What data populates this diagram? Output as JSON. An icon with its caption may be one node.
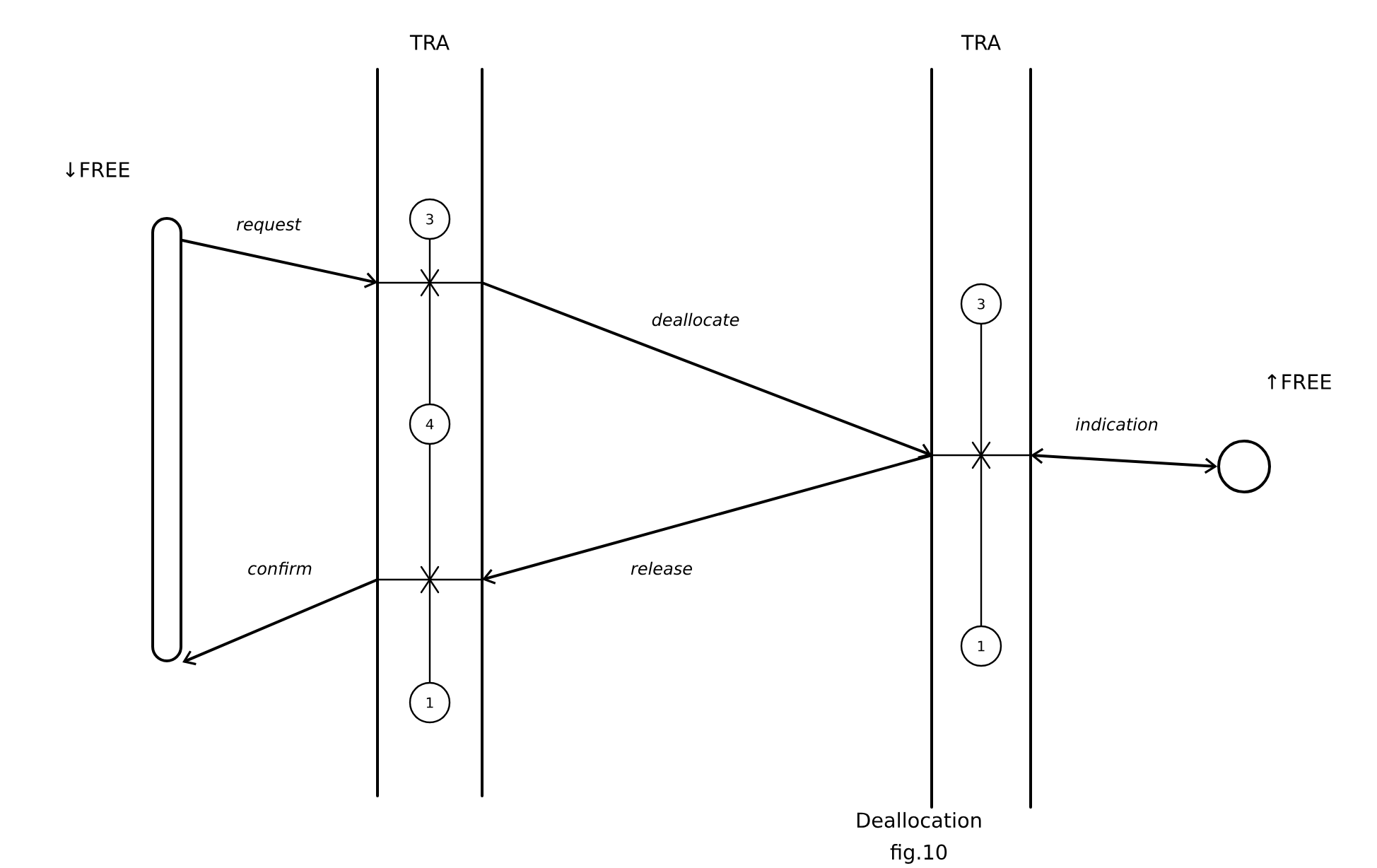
{
  "diagram": {
    "caption": "Deallocation",
    "nodes": [
      {
        "text": [
          "↓FREE"
        ]
      },
      {
        "text": [
          "TRA"
        ]
      },
      {
        "text": [
          "TRA"
        ]
      },
      {
        "text": [
          "↑FREE"
        ]
      },
      {
        "text": [
          "3"
        ],
        "in": 1
      },
      {
        "text": [
          "4"
        ],
        "in": 1
      },
      {
        "text": [
          "1"
        ],
        "in": 1
      },
      {
        "text": [
          "3"
        ],
        "in": 2
      },
      {
        "text": [
          "1"
        ],
        "in": 2
      }
    ],
    "edges": [
      {
        "from": 0,
        "to": 1,
        "arrow": "to",
        "label": "request"
      },
      {
        "from": 1,
        "to": 2,
        "arrow": "to",
        "label": "deallocate"
      },
      {
        "from": 2,
        "to": 1,
        "arrow": "to",
        "label": "release"
      },
      {
        "from": 1,
        "to": 0,
        "arrow": "to",
        "label": "confirm"
      },
      {
        "from": 2,
        "to": 3,
        "arrow": "both",
        "label": "indication"
      },
      {
        "from": 4,
        "to": 5,
        "arrow": "none"
      },
      {
        "from": 5,
        "to": 6,
        "arrow": "none"
      },
      {
        "from": 7,
        "to": 8,
        "arrow": "none"
      }
    ],
    "labels": [
      "fig.10"
    ]
  }
}
